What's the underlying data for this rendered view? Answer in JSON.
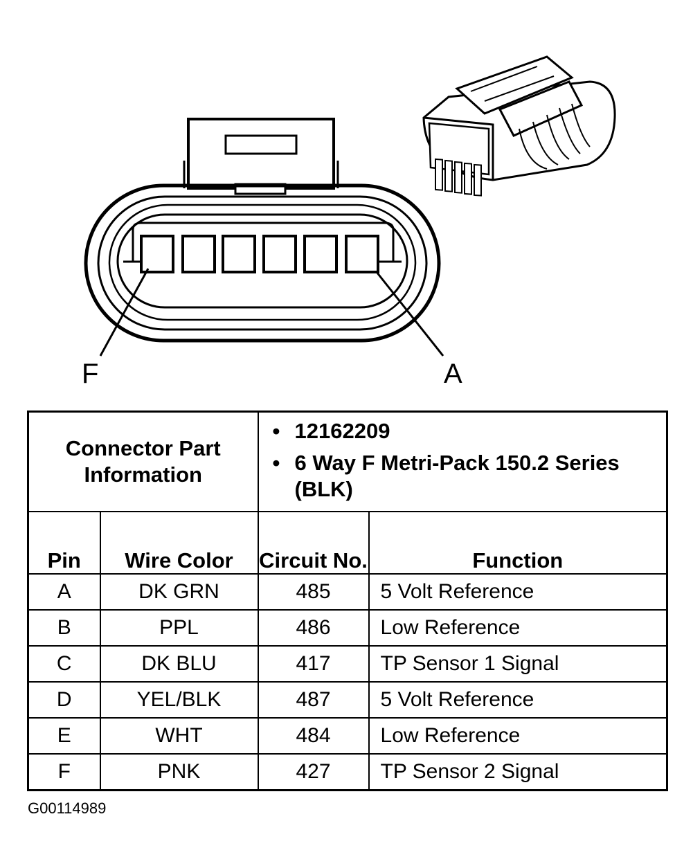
{
  "diagram": {
    "pin_label_left": "F",
    "pin_label_right": "A"
  },
  "connector_info": {
    "label": "Connector Part Information",
    "items": [
      "12162209",
      "6 Way F Metri-Pack 150.2 Series (BLK)"
    ]
  },
  "table": {
    "headers": {
      "pin": "Pin",
      "wire_color": "Wire Color",
      "circuit_no": "Circuit No.",
      "function": "Function"
    },
    "rows": [
      {
        "pin": "A",
        "wire_color": "DK GRN",
        "circuit_no": "485",
        "function": "5 Volt Reference"
      },
      {
        "pin": "B",
        "wire_color": "PPL",
        "circuit_no": "486",
        "function": "Low Reference"
      },
      {
        "pin": "C",
        "wire_color": "DK BLU",
        "circuit_no": "417",
        "function": "TP Sensor 1 Signal"
      },
      {
        "pin": "D",
        "wire_color": "YEL/BLK",
        "circuit_no": "487",
        "function": "5 Volt Reference"
      },
      {
        "pin": "E",
        "wire_color": "WHT",
        "circuit_no": "484",
        "function": "Low Reference"
      },
      {
        "pin": "F",
        "wire_color": "PNK",
        "circuit_no": "427",
        "function": "TP Sensor 2 Signal"
      }
    ]
  },
  "figure_code": "G00114989"
}
